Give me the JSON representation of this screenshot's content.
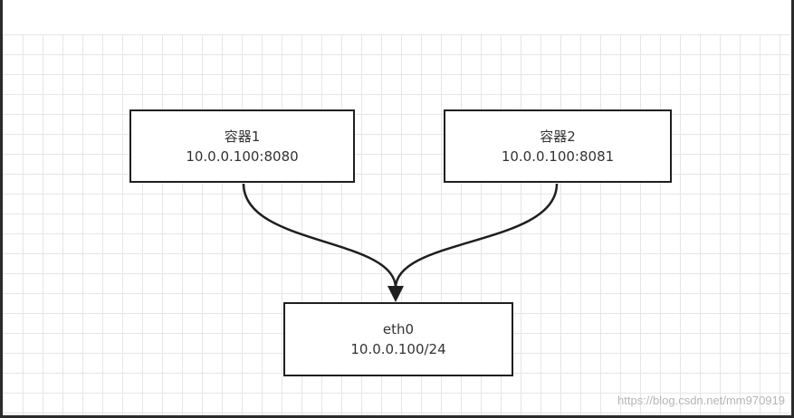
{
  "nodes": {
    "container1": {
      "name": "容器1",
      "address": "10.0.0.100:8080"
    },
    "container2": {
      "name": "容器2",
      "address": "10.0.0.100:8081"
    },
    "interface": {
      "name": "eth0",
      "address": "10.0.0.100/24"
    }
  },
  "edges": [
    {
      "from": "container1",
      "to": "interface"
    },
    {
      "from": "container2",
      "to": "interface"
    }
  ],
  "watermark": "https://blog.csdn.net/mm970919",
  "colors": {
    "grid": "#e6e6e6",
    "stroke": "#1f1f1f",
    "text": "#333333"
  }
}
